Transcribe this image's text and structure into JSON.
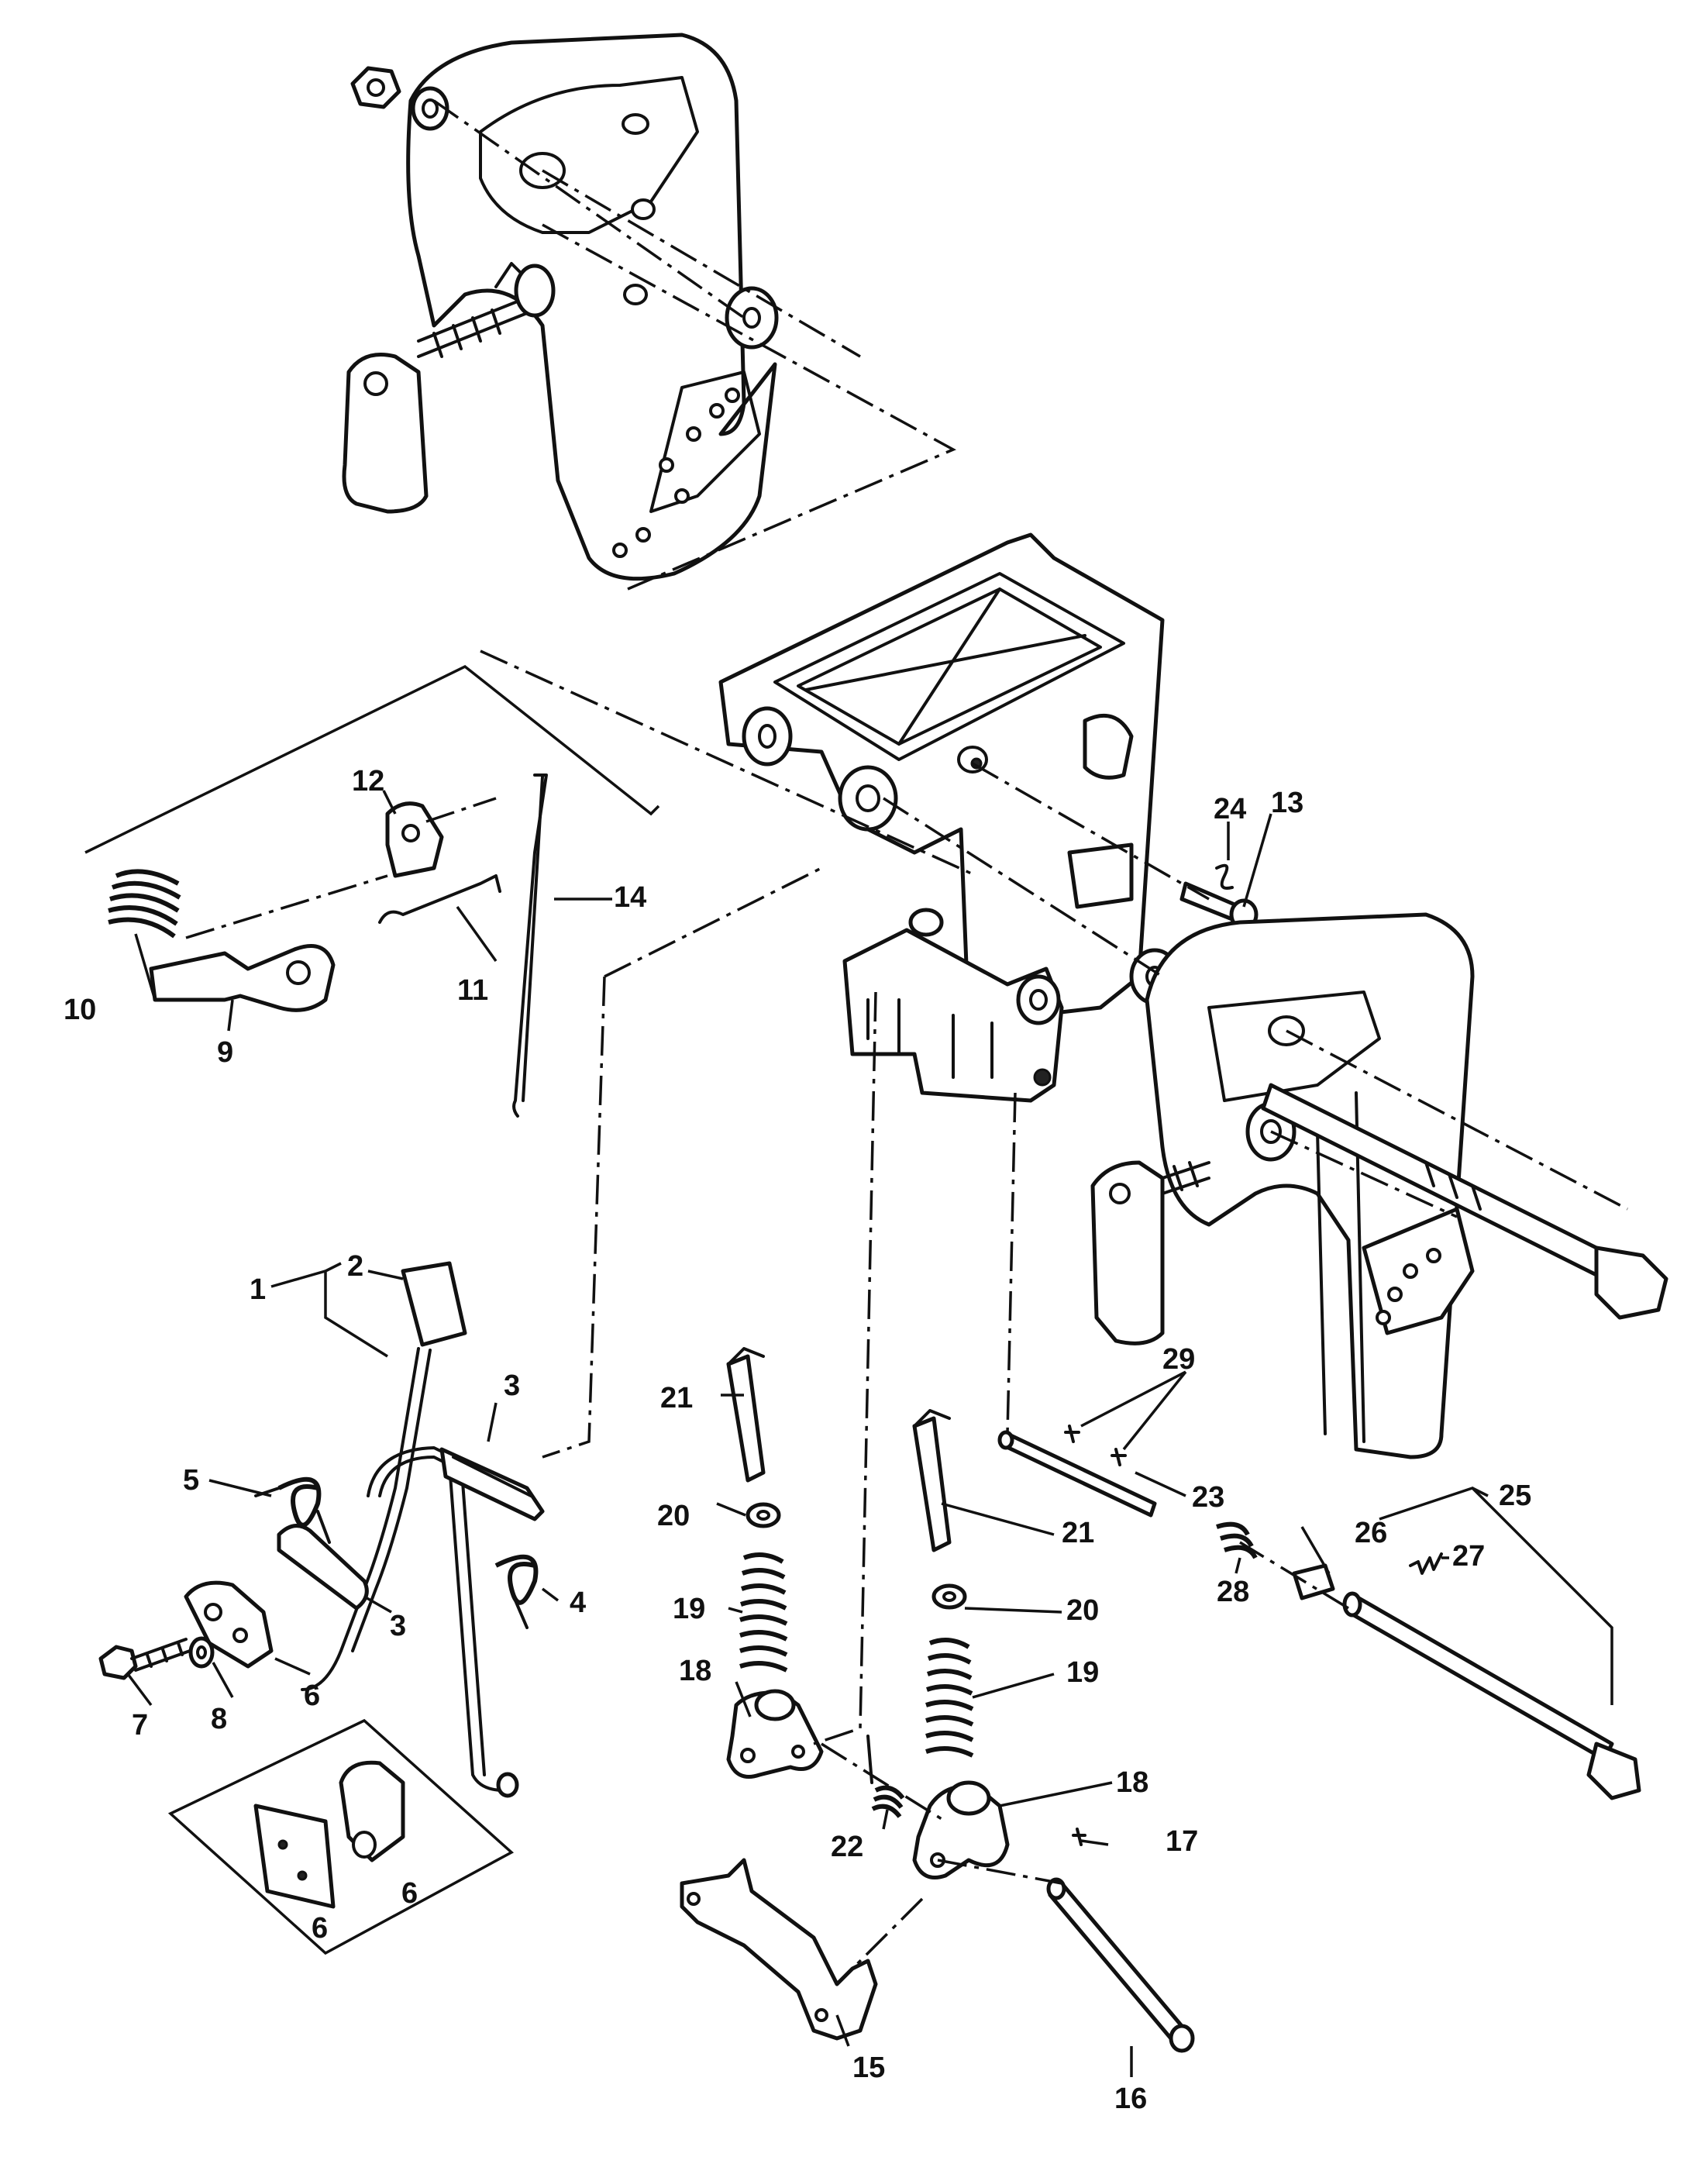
{
  "diagram": {
    "type": "exploded-parts-diagram",
    "callouts": {
      "c1": "1",
      "c2": "2",
      "c3a": "3",
      "c3b": "3",
      "c4": "4",
      "c5": "5",
      "c6a": "6",
      "c6b": "6",
      "c6c": "6",
      "c7": "7",
      "c8": "8",
      "c9": "9",
      "c10": "10",
      "c11": "11",
      "c12": "12",
      "c13": "13",
      "c14": "14",
      "c15": "15",
      "c16": "16",
      "c17": "17",
      "c18a": "18",
      "c18b": "18",
      "c19a": "19",
      "c19b": "19",
      "c20a": "20",
      "c20b": "20",
      "c21a": "21",
      "c21b": "21",
      "c22": "22",
      "c23": "23",
      "c24": "24",
      "c25": "25",
      "c26": "26",
      "c27": "27",
      "c28": "28",
      "c29": "29"
    }
  }
}
